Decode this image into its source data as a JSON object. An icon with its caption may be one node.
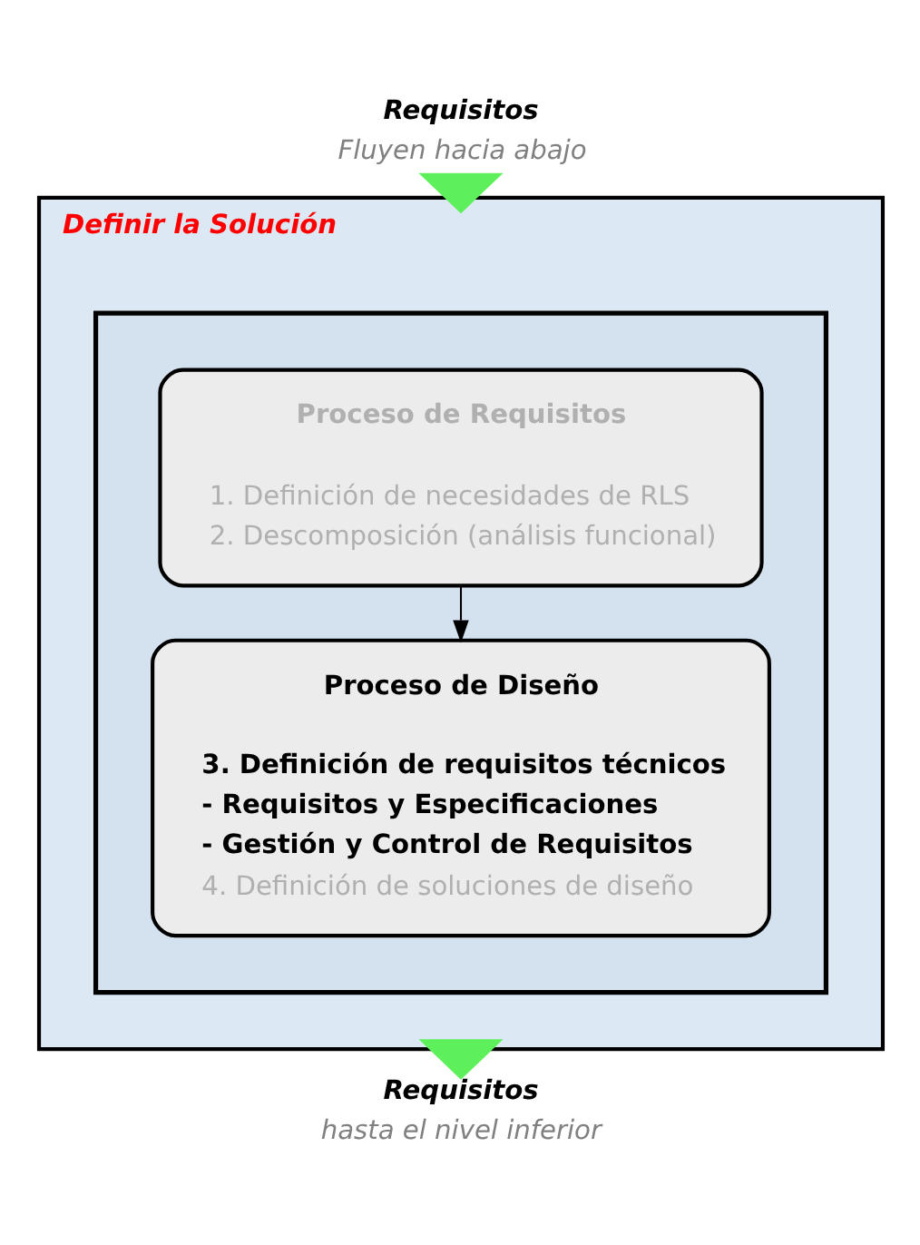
{
  "diagram": {
    "nodes": [
      {
        "text": [
          "Requisitos",
          "Fluyen hacia abajo"
        ]
      },
      {
        "text": [
          "Definir la Solución"
        ]
      },
      {
        "text": [],
        "shape": "box",
        "in": 1
      },
      {
        "text": [
          "Proceso de Requisitos",
          "1. Definición de necesidades de RLS",
          "2. Descomposición (análisis funcional)"
        ],
        "in": 2
      },
      {
        "text": [
          "Proceso de Diseño",
          "3. Definición de requisitos técnicos",
          "- Requisitos y Especificaciones",
          "- Gestión y Control de Requisitos",
          "4. Definición de soluciones de diseño"
        ],
        "in": 2
      },
      {
        "text": [
          "Requisitos",
          "hasta el nivel inferior"
        ]
      }
    ],
    "edges": [
      {
        "from": 0,
        "to": 1,
        "arrow": "to",
        "style": "thick",
        "color": "#5ef05a"
      },
      {
        "from": 3,
        "to": 4,
        "arrow": "to",
        "color": "#000000"
      },
      {
        "from": 1,
        "to": 5,
        "arrow": "to",
        "style": "thick",
        "color": "#5ef05a"
      }
    ]
  }
}
